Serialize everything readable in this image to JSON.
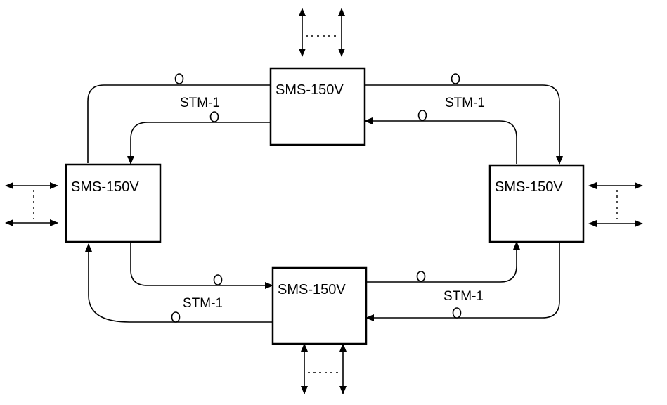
{
  "nodes": {
    "top": {
      "label": "SMS-150V"
    },
    "left": {
      "label": "SMS-150V"
    },
    "right": {
      "label": "SMS-150V"
    },
    "bottom": {
      "label": "SMS-150V"
    }
  },
  "links": {
    "top_left": {
      "label": "STM-1"
    },
    "top_right": {
      "label": "STM-1"
    },
    "bottom_left": {
      "label": "STM-1"
    },
    "bottom_right": {
      "label": "STM-1"
    }
  }
}
